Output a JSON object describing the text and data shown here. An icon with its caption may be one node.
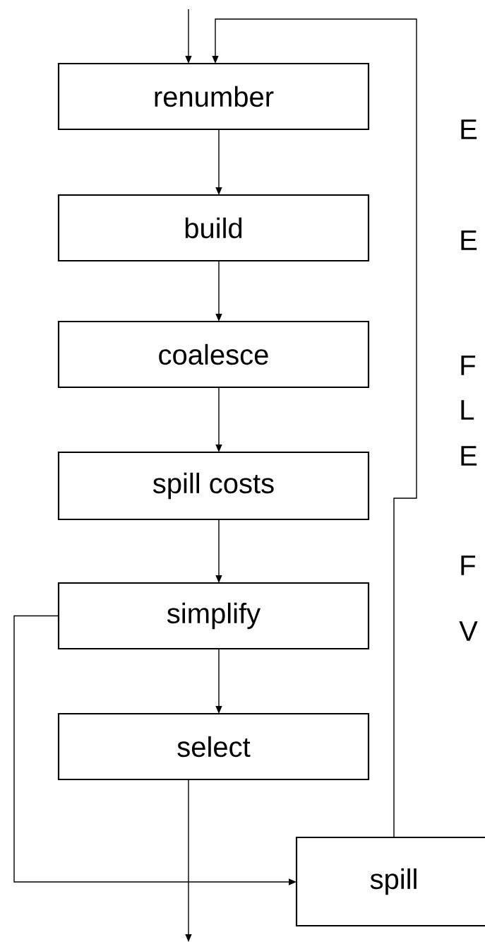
{
  "diagram": {
    "nodes": [
      {
        "text": [
          "renumber"
        ]
      },
      {
        "text": [
          "build"
        ]
      },
      {
        "text": [
          "coalesce"
        ]
      },
      {
        "text": [
          "spill costs"
        ]
      },
      {
        "text": [
          "simplify"
        ]
      },
      {
        "text": [
          "select"
        ]
      },
      {
        "text": [
          "spill"
        ]
      }
    ],
    "edges": [
      {
        "from": null,
        "to": 0,
        "arrow": "to"
      },
      {
        "from": 6,
        "to": 0,
        "arrow": "to"
      },
      {
        "from": 0,
        "to": 1,
        "arrow": "to"
      },
      {
        "from": 1,
        "to": 2,
        "arrow": "to"
      },
      {
        "from": 2,
        "to": 3,
        "arrow": "to"
      },
      {
        "from": 3,
        "to": 4,
        "arrow": "to"
      },
      {
        "from": 4,
        "to": 5,
        "arrow": "to"
      },
      {
        "from": 4,
        "to": 6,
        "arrow": "to"
      },
      {
        "from": 5,
        "to": null,
        "arrow": "to"
      }
    ],
    "labels": [
      "E",
      "E",
      "F",
      "L",
      "E",
      "F",
      "V"
    ]
  }
}
